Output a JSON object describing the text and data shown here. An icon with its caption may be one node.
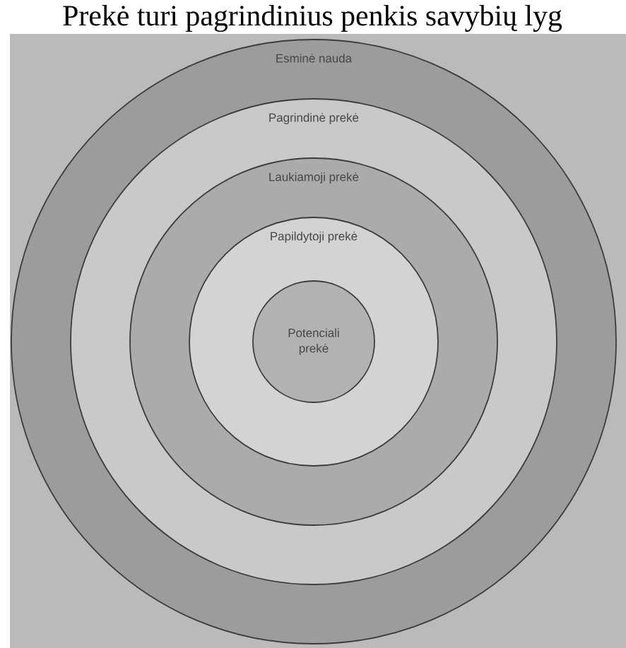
{
  "diagram": {
    "nodes": [
      {
        "text": [
          "Esminė nauda"
        ]
      },
      {
        "text": [
          "Pagrindinė prekė"
        ],
        "in": 0
      },
      {
        "text": [
          "Laukiamoji prekė"
        ],
        "in": 1
      },
      {
        "text": [
          "Papildytoji prekė"
        ],
        "in": 2
      },
      {
        "text": [
          "Potenciali prekė"
        ],
        "in": 3
      }
    ],
    "labels": [
      "Prekė turi pagrindinius penkis savybių lyg"
    ]
  }
}
